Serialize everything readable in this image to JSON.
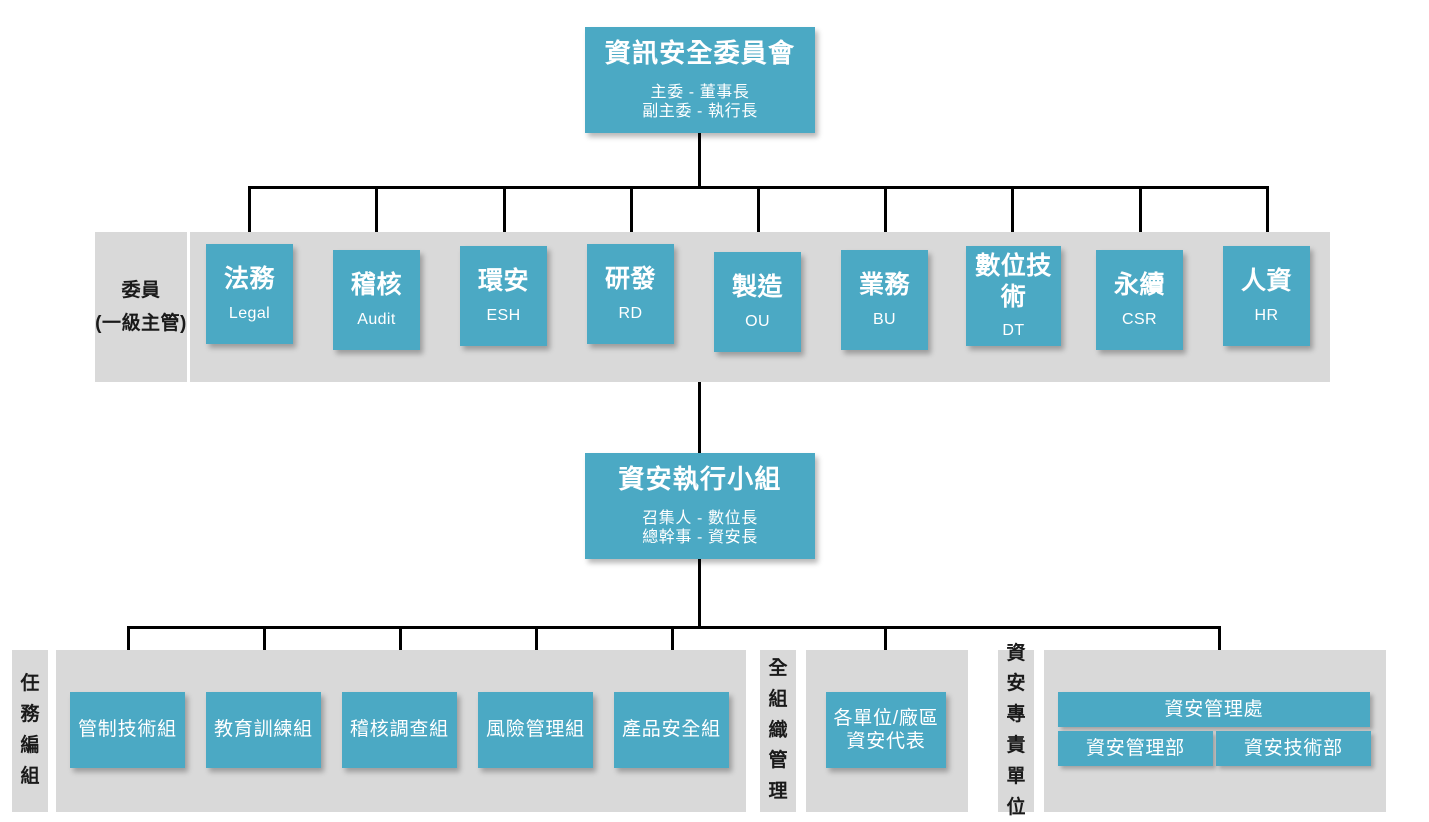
{
  "theme": {
    "node_color": "#4ba9c4",
    "panel_color": "#d9d9d9",
    "line_color": "#000000",
    "node_text_color": "#ffffff",
    "label_text_color": "#1a1a1a",
    "page_background": "#ffffff"
  },
  "root": {
    "title": "資訊安全委員會",
    "line1": "主委 - 董事長",
    "line2": "副主委 - 執行長"
  },
  "committee": {
    "row_label_line1": "委員",
    "row_label_line2": "(一級主管)",
    "members": [
      {
        "cn": "法務",
        "en": "Legal"
      },
      {
        "cn": "稽核",
        "en": "Audit"
      },
      {
        "cn": "環安",
        "en": "ESH"
      },
      {
        "cn": "研發",
        "en": "RD"
      },
      {
        "cn": "製造",
        "en": "OU"
      },
      {
        "cn": "業務",
        "en": "BU"
      },
      {
        "cn": "數位技術",
        "en": "DT"
      },
      {
        "cn": "永續",
        "en": "CSR"
      },
      {
        "cn": "人資",
        "en": "HR"
      }
    ]
  },
  "execution_team": {
    "title": "資安執行小組",
    "line1": "召集人 - 數位長",
    "line2": "總幹事 - 資安長"
  },
  "task_force": {
    "row_label": "任務編組",
    "row_label_chars": [
      "任",
      "務",
      "編",
      "組"
    ],
    "groups": [
      {
        "cn": "管制技術組"
      },
      {
        "cn": "教育訓練組"
      },
      {
        "cn": "稽核調查組"
      },
      {
        "cn": "風險管理組"
      },
      {
        "cn": "產品安全組"
      }
    ]
  },
  "org_wide": {
    "row_label": "全組織管理",
    "row_label_chars": [
      "全",
      "組",
      "織",
      "管",
      "理"
    ],
    "node": {
      "line1": "各單位/廠區",
      "line2": "資安代表"
    }
  },
  "dedicated_unit": {
    "row_label": "資安專責單位",
    "row_label_chars": [
      "資",
      "安",
      "專",
      "責",
      "單",
      "位"
    ],
    "head": "資安管理處",
    "departments": [
      "資安管理部",
      "資安技術部"
    ]
  }
}
